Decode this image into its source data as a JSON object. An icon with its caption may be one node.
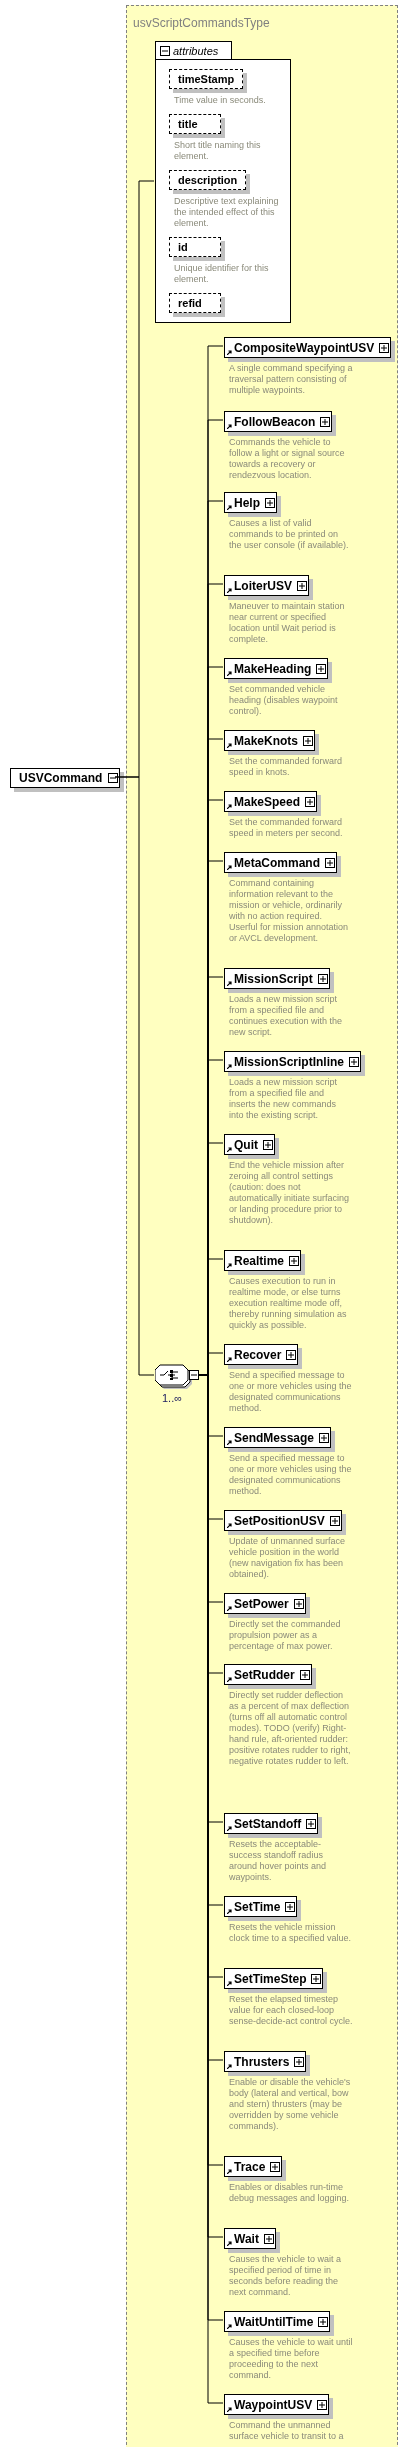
{
  "diagram": {
    "nodes": [
      {
        "text": [
          "usvScriptCommandsType"
        ]
      },
      {
        "text": [
          "attributes"
        ],
        "in": 0
      },
      {
        "text": [
          "timeStamp"
        ],
        "in": 1,
        "beside": [
          "Time value in seconds."
        ]
      },
      {
        "text": [
          "title"
        ],
        "in": 1,
        "beside": [
          "Short title naming this element."
        ]
      },
      {
        "text": [
          "description"
        ],
        "in": 1,
        "beside": [
          "Descriptive text explaining the intended effect of this element."
        ]
      },
      {
        "text": [
          "id"
        ],
        "in": 1,
        "beside": [
          "Unique identifier for this element."
        ]
      },
      {
        "text": [
          "refid"
        ],
        "in": 1
      },
      {
        "text": [
          "USVCommand"
        ]
      },
      {
        "text": [],
        "shape": "octagon",
        "in": 0,
        "beside": [
          "1..∞"
        ]
      },
      {
        "text": [
          "CompositeWaypointUSV"
        ],
        "in": 0,
        "beside": [
          "A single command specifying a traversal pattern consisting of multiple waypoints."
        ]
      },
      {
        "text": [
          "FollowBeacon"
        ],
        "in": 0,
        "beside": [
          "Commands the vehicle to follow a light or signal source towards a recovery or rendezvous location."
        ]
      },
      {
        "text": [
          "Help"
        ],
        "in": 0,
        "beside": [
          "Causes a list of valid commands to be printed on the user console (if available)."
        ]
      },
      {
        "text": [
          "LoiterUSV"
        ],
        "in": 0,
        "beside": [
          "Maneuver to maintain station near current or specified location until Wait period is complete."
        ]
      },
      {
        "text": [
          "MakeHeading"
        ],
        "in": 0,
        "beside": [
          "Set commanded vehicle heading (disables waypoint control)."
        ]
      },
      {
        "text": [
          "MakeKnots"
        ],
        "in": 0,
        "beside": [
          "Set the commanded forward speed in knots."
        ]
      },
      {
        "text": [
          "MakeSpeed"
        ],
        "in": 0,
        "beside": [
          "Set the commanded forward speed in meters per second."
        ]
      },
      {
        "text": [
          "MetaCommand"
        ],
        "in": 0,
        "beside": [
          "Command containing information relevant to the mission or vehicle, ordinarily with no action required. Userful for mission annotation or AVCL development."
        ]
      },
      {
        "text": [
          "MissionScript"
        ],
        "in": 0,
        "beside": [
          "Loads a new mission script from a specified file and continues execution with the new script."
        ]
      },
      {
        "text": [
          "MissionScriptInline"
        ],
        "in": 0,
        "beside": [
          "Loads a new mission script from a specified file and inserts the new commands into the existing script."
        ]
      },
      {
        "text": [
          "Quit"
        ],
        "in": 0,
        "beside": [
          "End the vehicle mission after zeroing all control settings (caution: does not automatically initiate surfacing or landing procedure prior to shutdown)."
        ]
      },
      {
        "text": [
          "Realtime"
        ],
        "in": 0,
        "beside": [
          "Causes execution to run in realtime mode, or else turns execution realtime mode off, thereby running simulation as quickly as possible."
        ]
      },
      {
        "text": [
          "Recover"
        ],
        "in": 0,
        "beside": [
          "Send a specified message to one or more vehicles using the designated communications method."
        ]
      },
      {
        "text": [
          "SendMessage"
        ],
        "in": 0,
        "beside": [
          "Send a specified message to one or more vehicles using the designated communications method."
        ]
      },
      {
        "text": [
          "SetPositionUSV"
        ],
        "in": 0,
        "beside": [
          "Update of unmanned surface vehicle position in the world (new navigation fix has been obtained)."
        ]
      },
      {
        "text": [
          "SetPower"
        ],
        "in": 0,
        "beside": [
          "Directly set the commanded propulsion power as a percentage of max power."
        ]
      },
      {
        "text": [
          "SetRudder"
        ],
        "in": 0,
        "beside": [
          "Directly set rudder deflection as a percent of max deflection (turns off all automatic control modes). TODO (verify) Right-hand rule, aft-oriented rudder: positive rotates rudder to right, negative rotates rudder to left."
        ]
      },
      {
        "text": [
          "SetStandoff"
        ],
        "in": 0,
        "beside": [
          "Resets the acceptable-success standoff radius around hover points and waypoints."
        ]
      },
      {
        "text": [
          "SetTime"
        ],
        "in": 0,
        "beside": [
          "Resets the vehicle mission clock time to a specified value."
        ]
      },
      {
        "text": [
          "SetTimeStep"
        ],
        "in": 0,
        "beside": [
          "Reset the elapsed timestep value for each closed-loop sense-decide-act control cycle."
        ]
      },
      {
        "text": [
          "Thrusters"
        ],
        "in": 0,
        "beside": [
          "Enable or disable the vehicle's body (lateral and vertical, bow and stern) thrusters (may be overridden by some vehicle commands)."
        ]
      },
      {
        "text": [
          "Trace"
        ],
        "in": 0,
        "beside": [
          "Enables or disables run-time debug messages and logging."
        ]
      },
      {
        "text": [
          "Wait"
        ],
        "in": 0,
        "beside": [
          "Causes the vehicle to wait a specified period of time in seconds before reading the next command."
        ]
      },
      {
        "text": [
          "WaitUntilTime"
        ],
        "in": 0,
        "beside": [
          "Causes the vehicle to wait until a specified time before proceeding to the next command."
        ]
      },
      {
        "text": [
          "WaypointUSV"
        ],
        "in": 0,
        "beside": [
          "Command the unmanned surface vehicle to transit to a"
        ]
      }
    ],
    "edges": [
      {
        "from": 7,
        "to": 1,
        "arrow": "none"
      },
      {
        "from": 7,
        "to": 8,
        "arrow": "none"
      },
      {
        "from": 8,
        "to": 9,
        "arrow": "none"
      },
      {
        "from": 8,
        "to": 10,
        "arrow": "none"
      },
      {
        "from": 8,
        "to": 11,
        "arrow": "none"
      },
      {
        "from": 8,
        "to": 12,
        "arrow": "none"
      },
      {
        "from": 8,
        "to": 13,
        "arrow": "none"
      },
      {
        "from": 8,
        "to": 14,
        "arrow": "none"
      },
      {
        "from": 8,
        "to": 15,
        "arrow": "none"
      },
      {
        "from": 8,
        "to": 16,
        "arrow": "none"
      },
      {
        "from": 8,
        "to": 17,
        "arrow": "none"
      },
      {
        "from": 8,
        "to": 18,
        "arrow": "none"
      },
      {
        "from": 8,
        "to": 19,
        "arrow": "none"
      },
      {
        "from": 8,
        "to": 20,
        "arrow": "none"
      },
      {
        "from": 8,
        "to": 21,
        "arrow": "none"
      },
      {
        "from": 8,
        "to": 22,
        "arrow": "none"
      },
      {
        "from": 8,
        "to": 23,
        "arrow": "none"
      },
      {
        "from": 8,
        "to": 24,
        "arrow": "none"
      },
      {
        "from": 8,
        "to": 25,
        "arrow": "none"
      },
      {
        "from": 8,
        "to": 26,
        "arrow": "none"
      },
      {
        "from": 8,
        "to": 27,
        "arrow": "none"
      },
      {
        "from": 8,
        "to": 28,
        "arrow": "none"
      },
      {
        "from": 8,
        "to": 29,
        "arrow": "none"
      },
      {
        "from": 8,
        "to": 30,
        "arrow": "none"
      },
      {
        "from": 8,
        "to": 31,
        "arrow": "none"
      },
      {
        "from": 8,
        "to": 32,
        "arrow": "none"
      },
      {
        "from": 8,
        "to": 33,
        "arrow": "none"
      }
    ]
  }
}
